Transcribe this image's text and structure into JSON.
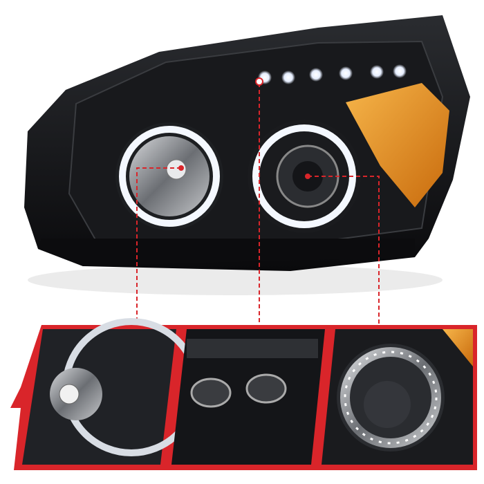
{
  "scene": {
    "subject": "headlight-assembly",
    "colors": {
      "background": "#ffffff",
      "housing": "#111214",
      "halo": "#f4f8ff",
      "amber": "#e8901c",
      "callout": "#d9252a"
    },
    "detail_panels": [
      "halo-reflector-closeup",
      "lower-led-closeup",
      "projector-halo-closeup"
    ]
  }
}
